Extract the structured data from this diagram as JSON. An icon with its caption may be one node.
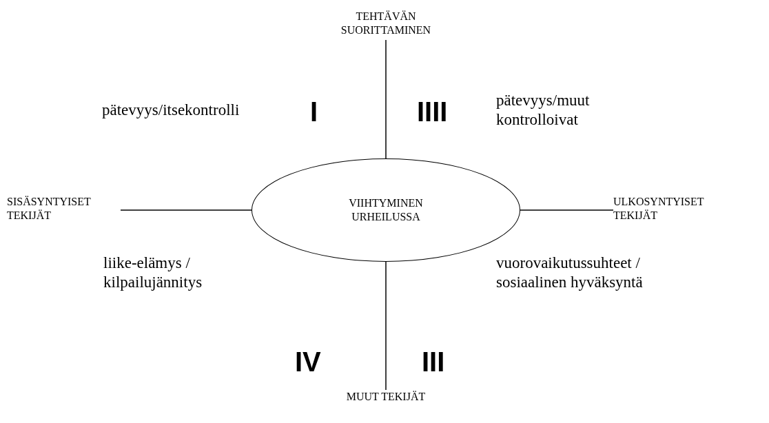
{
  "diagram": {
    "nodes": [
      {
        "text": [
          "VIIHTYMINEN URHEILUSSA"
        ]
      },
      {
        "text": [
          "TEHTÄVÄN SUORITTAMINEN"
        ]
      },
      {
        "text": [
          "SISÄSYNTYISET TEKIJÄT"
        ]
      },
      {
        "text": [
          "ULKOSYNTYISET TEKIJÄT"
        ]
      },
      {
        "text": [
          "MUUT TEKIJÄT"
        ]
      }
    ],
    "edges": [
      {
        "from": 0,
        "to": 1,
        "arrow": "none"
      },
      {
        "from": 0,
        "to": 2,
        "arrow": "none"
      },
      {
        "from": 0,
        "to": 3,
        "arrow": "none"
      },
      {
        "from": 0,
        "to": 4,
        "arrow": "none"
      }
    ],
    "labels": [
      "pätevyys/itsekontrolli",
      "I",
      "IIII",
      "pätevyys/muut kontrolloivat",
      "liike-elämys / kilpailujännitys",
      "vuorovaikutussuhteet / sosiaalinen hyväksyntä",
      "IV",
      "III"
    ]
  }
}
